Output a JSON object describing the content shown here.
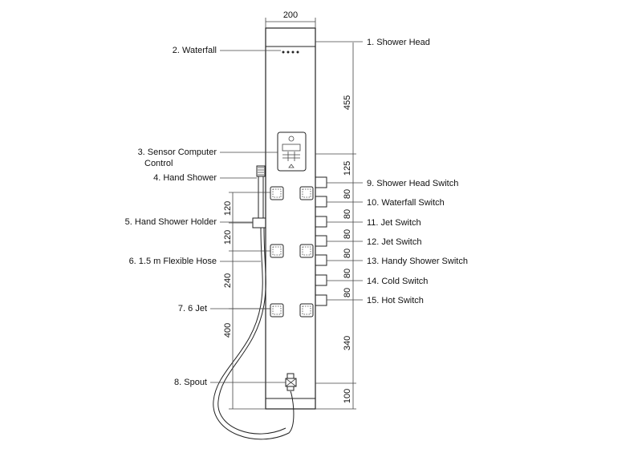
{
  "top_dimension": "200",
  "labels_left": {
    "waterfall": "2. Waterfall",
    "sensor_line1": "3. Sensor Computer",
    "sensor_line2": "Control",
    "hand_shower": "4. Hand Shower",
    "hand_shower_holder": "5. Hand Shower Holder",
    "flexible_hose": "6. 1.5 m Flexible Hose",
    "six_jet": "7. 6 Jet",
    "spout": "8. Spout"
  },
  "labels_right": {
    "shower_head": "1. Shower Head",
    "shower_head_switch": "9. Shower Head Switch",
    "waterfall_switch": "10. Waterfall Switch",
    "jet_switch_1": "11. Jet Switch",
    "jet_switch_2": "12. Jet Switch",
    "handy_shower_switch": "13. Handy Shower Switch",
    "cold_switch": "14. Cold Switch",
    "hot_switch": "15. Hot Switch"
  },
  "dimensions_right": {
    "d455": "455",
    "d125": "125",
    "d80_a": "80",
    "d80_b": "80",
    "d80_c": "80",
    "d80_d": "80",
    "d80_e": "80",
    "d80_f": "80",
    "d340": "340",
    "d100": "100"
  },
  "dimensions_left": {
    "d120_a": "120",
    "d120_b": "120",
    "d240": "240",
    "d400": "400"
  }
}
